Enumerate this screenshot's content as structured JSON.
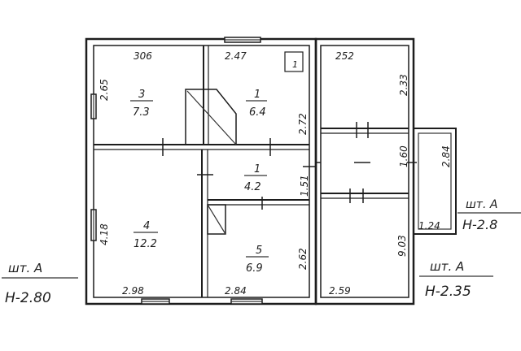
{
  "rooms": [
    {
      "number": "3",
      "area": "7.3"
    },
    {
      "number": "1",
      "area": "6.4"
    },
    {
      "number": "1",
      "area": "4.2"
    },
    {
      "number": "4",
      "area": "12.2"
    },
    {
      "number": "5",
      "area": "6.9"
    }
  ],
  "dimensions": {
    "top_left": "306",
    "top_mid": "2.47",
    "top_right": "252",
    "left_upper": "2.65",
    "left_lower": "4.18",
    "room1_right": "2.72",
    "corridor_right": "1.51",
    "room5_right": "2.62",
    "bottom_left": "2.98",
    "bottom_mid": "2.84",
    "bottom_right": "2.59",
    "right_upper": "2.33",
    "right_mid": "1.60",
    "right_lower": "9.03",
    "porch_height": "2.84",
    "porch_width": "1.24"
  },
  "legend_left": {
    "title": "шт. А",
    "level": "Н-2.80"
  },
  "legend_right_bottom": {
    "title": "шт. А",
    "level": "Н-2.35"
  },
  "legend_right_top": {
    "title": "шт. А",
    "level": "Н-2.8"
  },
  "fixture_label": "1"
}
